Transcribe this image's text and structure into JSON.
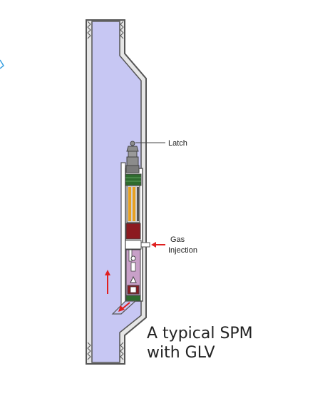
{
  "labels": {
    "latch": "Latch",
    "gas_line1": "Gas",
    "gas_line2": "Injection"
  },
  "caption": {
    "line1": "A typical SPM",
    "line2": "with GLV"
  },
  "colors": {
    "tubing_fill": "#c7c7f3",
    "wall": "#555555",
    "arrow": "#e02020",
    "latch": "#8c8c8c",
    "green_seal": "#2e6b2e",
    "orange_band": "#e8a020",
    "red_valve": "#8c1a20",
    "pink_lower": "#c8a0c8",
    "accent_mark": "#3aa0e0"
  }
}
